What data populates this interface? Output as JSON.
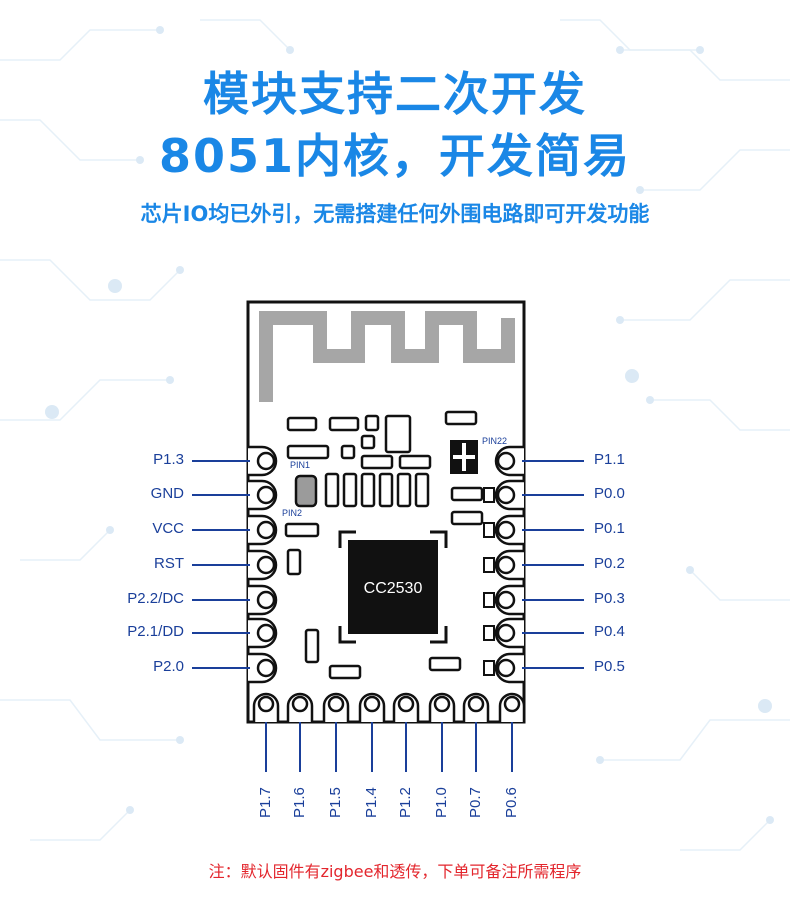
{
  "header": {
    "title_line1": "模块支持二次开发",
    "title_line2": "8051内核，开发简易",
    "subtitle": "芯片IO均已外引，无需搭建任何外围电路即可开发功能"
  },
  "module": {
    "chip_label": "CC2530",
    "pin1_label": "PIN1",
    "pin2_label": "PIN2",
    "pin22_label": "PIN22",
    "left_pins": [
      "P1.3",
      "GND",
      "VCC",
      "RST",
      "P2.2/DC",
      "P2.1/DD",
      "P2.0"
    ],
    "right_pins": [
      "P1.1",
      "P0.0",
      "P0.1",
      "P0.2",
      "P0.3",
      "P0.4",
      "P0.5"
    ],
    "bottom_pins": [
      "P1.7",
      "P1.6",
      "P1.5",
      "P1.4",
      "P1.2",
      "P1.0",
      "P0.7",
      "P0.6"
    ]
  },
  "footer": {
    "note": "注：默认固件有zigbee和透传，下单可备注所需程序"
  },
  "colors": {
    "title_blue": "#1a87e6",
    "label_navy": "#1a3f9a",
    "note_red": "#e3262d",
    "pcb_black": "#111111",
    "antenna_gray": "#a6a6a6"
  }
}
